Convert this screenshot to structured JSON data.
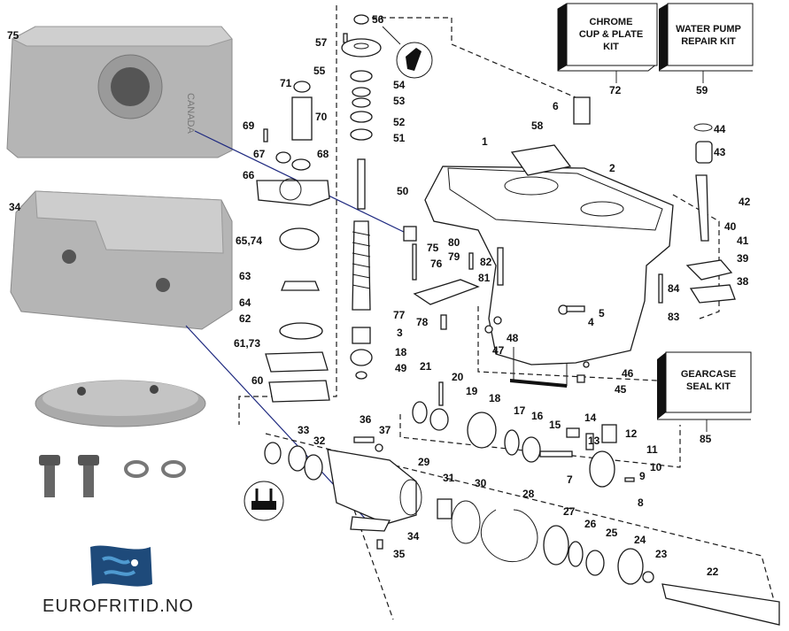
{
  "photos": {
    "anode_block_label": "75",
    "anode_block_text": "CANADA",
    "anode_bar_label": "34"
  },
  "kits": {
    "chrome": {
      "line1": "CHROME",
      "line2": "CUP & PLATE",
      "line3": "KIT",
      "number": "72"
    },
    "water_pump": {
      "line1": "WATER PUMP",
      "line2": "REPAIR KIT",
      "number": "59"
    },
    "gearcase_seal": {
      "line1": "GEARCASE",
      "line2": "SEAL KIT",
      "number": "85"
    }
  },
  "callouts": {
    "c1": "1",
    "c2": "2",
    "c3": "3",
    "c4": "4",
    "c5": "5",
    "c6": "6",
    "c7": "7",
    "c8": "8",
    "c9": "9",
    "c10": "10",
    "c11": "11",
    "c12": "12",
    "c13": "13",
    "c14": "14",
    "c15": "15",
    "c16": "16",
    "c17": "17",
    "c18": "18",
    "c18b": "18",
    "c19": "19",
    "c20": "20",
    "c21": "21",
    "c22": "22",
    "c23": "23",
    "c24": "24",
    "c25": "25",
    "c26": "26",
    "c27": "27",
    "c28": "28",
    "c29": "29",
    "c30": "30",
    "c31": "31",
    "c32": "32",
    "c33": "33",
    "c34": "34",
    "c35": "35",
    "c36": "36",
    "c37": "37",
    "c38": "38",
    "c39": "39",
    "c40": "40",
    "c41": "41",
    "c42": "42",
    "c43": "43",
    "c44": "44",
    "c45": "45",
    "c46": "46",
    "c47": "47",
    "c48": "48",
    "c49": "49",
    "c50": "50",
    "c51": "51",
    "c52": "52",
    "c53": "53",
    "c54": "54",
    "c55": "55",
    "c56": "56",
    "c57": "57",
    "c58": "58",
    "c60": "60",
    "c61": "61,73",
    "c62": "62",
    "c63": "63",
    "c64": "64",
    "c65": "65,74",
    "c66": "66",
    "c67": "67",
    "c68": "68",
    "c69": "69",
    "c70": "70",
    "c71": "71",
    "c75": "75",
    "c76": "76",
    "c77": "77",
    "c78": "78",
    "c79": "79",
    "c80": "80",
    "c81": "81",
    "c82": "82",
    "c83": "83",
    "c84": "84"
  },
  "brand": {
    "name": "EUROFRITID.NO",
    "logo_color": "#1e4a7a",
    "accent_color": "#4f9ad0"
  },
  "colors": {
    "leader_line": "#1f2a80"
  }
}
